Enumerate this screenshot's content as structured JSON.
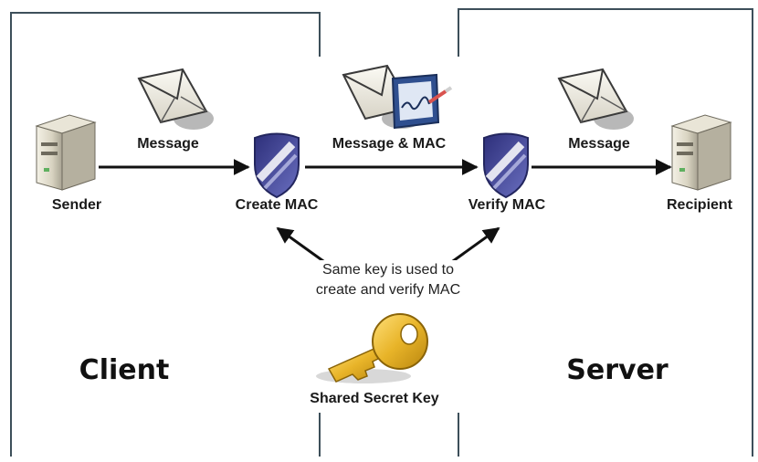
{
  "diagram": {
    "regions": {
      "client": "Client",
      "server": "Server"
    },
    "nodes": {
      "sender": "Sender",
      "create_mac": "Create MAC",
      "verify_mac": "Verify MAC",
      "recipient": "Recipient",
      "shared_key": "Shared Secret Key"
    },
    "edges": {
      "sender_to_create": "Message",
      "create_to_verify": "Message & MAC",
      "verify_to_recipient": "Message"
    },
    "note": {
      "line1": "Same key is used to",
      "line2": "create and verify MAC"
    },
    "icons": {
      "computer": "server-computer-icon",
      "shield": "mac-shield-icon",
      "envelope": "envelope-icon",
      "signature": "signed-document-icon",
      "key": "key-icon"
    },
    "colors": {
      "frame": "#3d4f5a",
      "shield": "#4b4f9c",
      "key": "#e8b429",
      "arrow": "#111111"
    }
  }
}
